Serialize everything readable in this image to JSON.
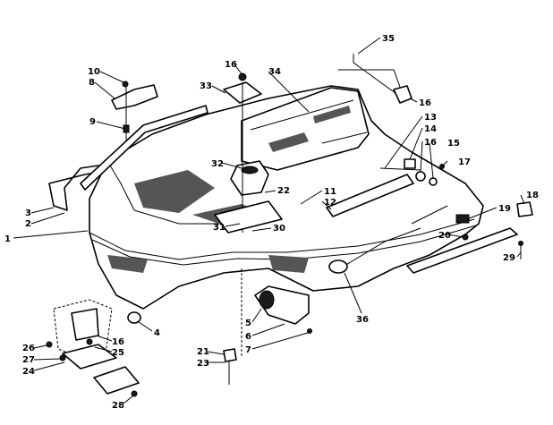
{
  "callouts": [
    {
      "id": "c35",
      "text": "35"
    },
    {
      "id": "c10",
      "text": "10"
    },
    {
      "id": "c8",
      "text": "8"
    },
    {
      "id": "c16a",
      "text": "16"
    },
    {
      "id": "c33",
      "text": "33"
    },
    {
      "id": "c34",
      "text": "34"
    },
    {
      "id": "c16b",
      "text": "16"
    },
    {
      "id": "c9",
      "text": "9"
    },
    {
      "id": "c13",
      "text": "13"
    },
    {
      "id": "c14",
      "text": "14"
    },
    {
      "id": "c16c",
      "text": "16"
    },
    {
      "id": "c15",
      "text": "15"
    },
    {
      "id": "c17",
      "text": "17"
    },
    {
      "id": "c32",
      "text": "32"
    },
    {
      "id": "c22",
      "text": "22"
    },
    {
      "id": "c11",
      "text": "11"
    },
    {
      "id": "c12",
      "text": "12"
    },
    {
      "id": "c18",
      "text": "18"
    },
    {
      "id": "c19",
      "text": "19"
    },
    {
      "id": "c3",
      "text": "3"
    },
    {
      "id": "c2",
      "text": "2"
    },
    {
      "id": "c1",
      "text": "1"
    },
    {
      "id": "c31",
      "text": "31"
    },
    {
      "id": "c30",
      "text": "30"
    },
    {
      "id": "c20",
      "text": "20"
    },
    {
      "id": "c29",
      "text": "29"
    },
    {
      "id": "c36",
      "text": "36"
    },
    {
      "id": "c4",
      "text": "4"
    },
    {
      "id": "c5",
      "text": "5"
    },
    {
      "id": "c6",
      "text": "6"
    },
    {
      "id": "c7",
      "text": "7"
    },
    {
      "id": "c16d",
      "text": "16"
    },
    {
      "id": "c26",
      "text": "26"
    },
    {
      "id": "c25",
      "text": "25"
    },
    {
      "id": "c27",
      "text": "27"
    },
    {
      "id": "c24",
      "text": "24"
    },
    {
      "id": "c21",
      "text": "21"
    },
    {
      "id": "c23",
      "text": "23"
    },
    {
      "id": "c28",
      "text": "28"
    }
  ]
}
